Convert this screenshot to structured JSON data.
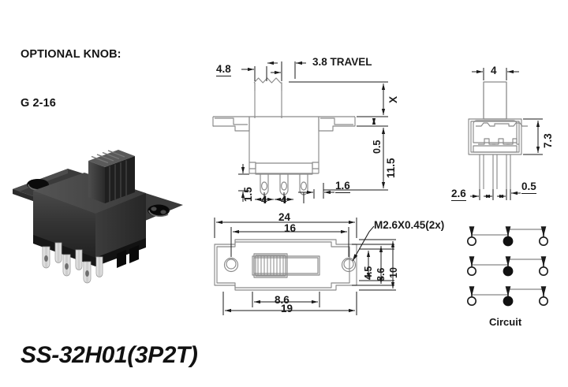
{
  "document": {
    "part_number": "SS-32H01(3P2T)",
    "optional_knob_line1": "OPTIONAL KNOB:",
    "optional_knob_line2": "G 2-16"
  },
  "colors": {
    "drawing_line": "#8a8a8a",
    "dimension_text": "#1a1a1a",
    "body_photo": "#2b2b2b",
    "terminal_filled": "#111111",
    "background": "#ffffff"
  },
  "views": {
    "front": {
      "name": "front-elevation-view",
      "dimensions": {
        "actuator_width": "4.8",
        "travel": "3.8 TRAVEL",
        "height_above_panel": "X",
        "panel_thickness": "0.5",
        "overall_height": "11.5",
        "terminal_height": "1.5",
        "pitch_1": "4",
        "pitch_2": "4",
        "terminal_offset": "1.6"
      }
    },
    "side": {
      "name": "side-elevation-view",
      "dimensions": {
        "actuator_width": "4",
        "body_height": "7.3",
        "terminal_edge": "2.6",
        "terminal_thickness": "0.5"
      }
    },
    "top": {
      "name": "top-plan-view",
      "dimensions": {
        "overall_length": "24",
        "hole_spacing": "16",
        "slot_length": "8.6",
        "panel_length": "19",
        "slot_width_dim": "4.5",
        "inner_width": "8.6",
        "overall_width": "10",
        "thread_callout": "M2.6X0.45(2x)"
      }
    },
    "circuit": {
      "name": "circuit-schematic",
      "label": "Circuit",
      "rows": [
        {
          "terminals": [
            "open",
            "common",
            "open"
          ]
        },
        {
          "terminals": [
            "open",
            "common",
            "open"
          ]
        },
        {
          "terminals": [
            "open",
            "common",
            "open"
          ]
        }
      ]
    }
  }
}
